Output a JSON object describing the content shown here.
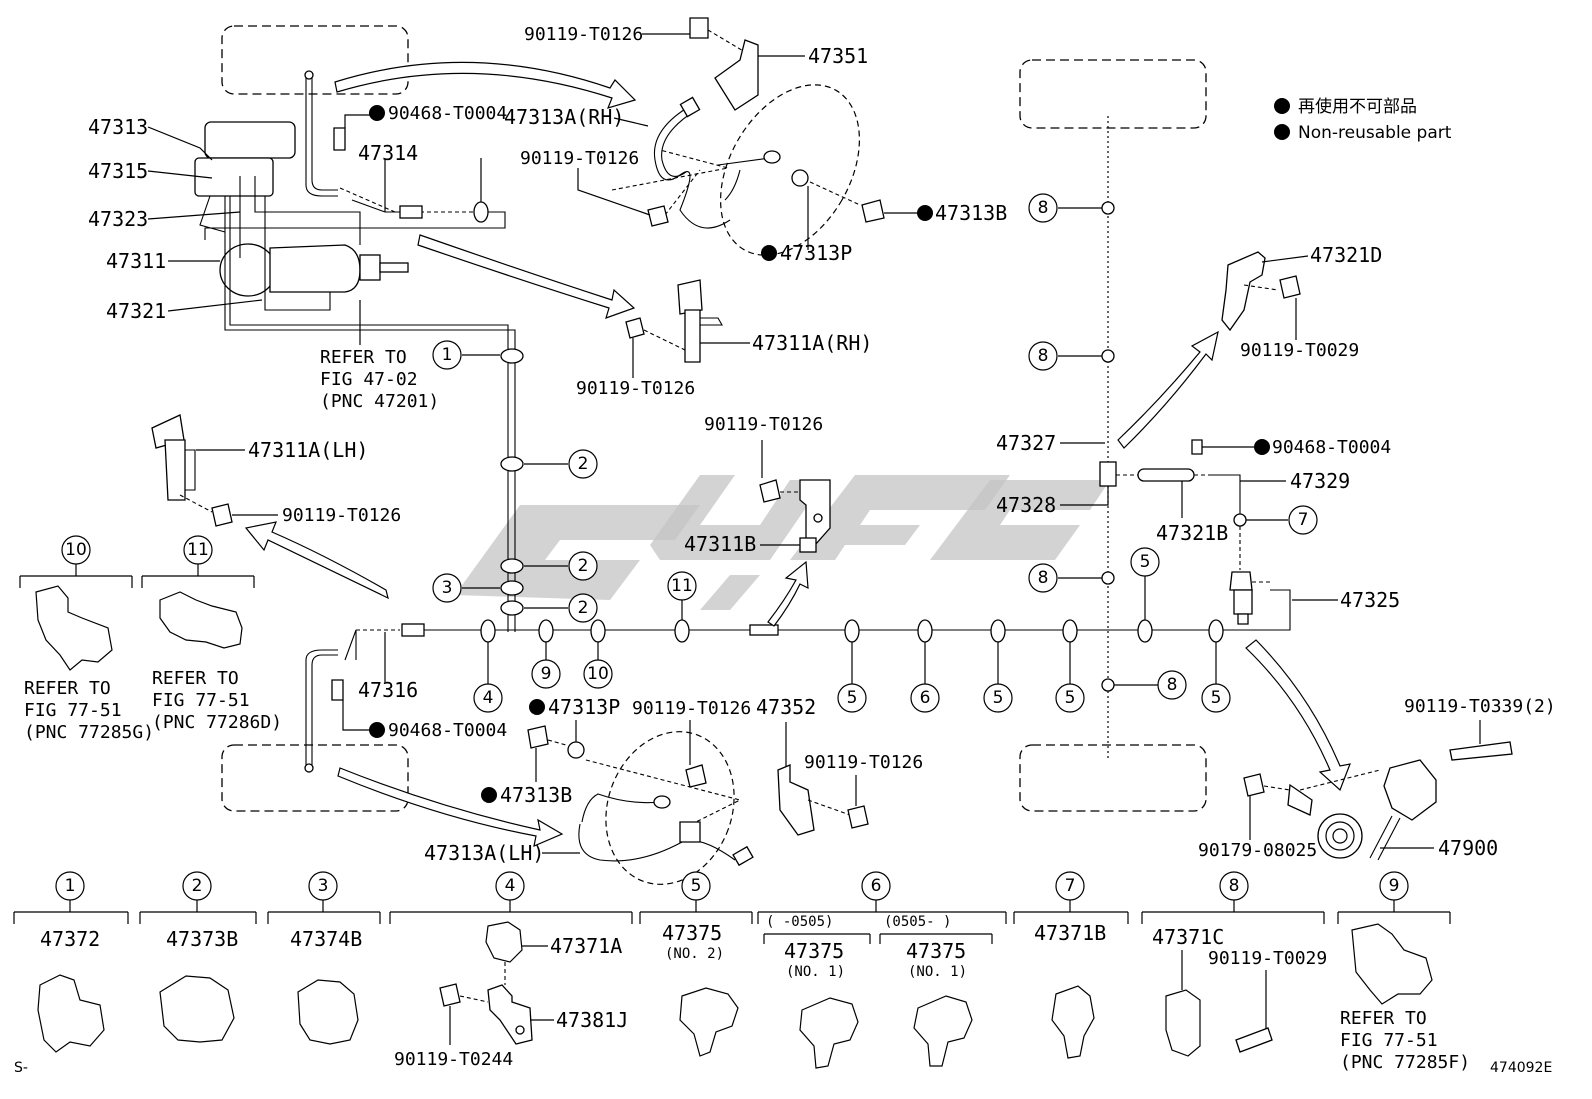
{
  "legend": {
    "jp": "再使用不可部品",
    "en": "Non-reusable part"
  },
  "parts": {
    "p47313": "47313",
    "p47315": "47315",
    "p47323": "47323",
    "p47311": "47311",
    "p47321": "47321",
    "p47314": "47314",
    "p90468_top": "90468-T0004",
    "p90119_t0126_top": "90119-T0126",
    "p47351": "47351",
    "p47313A_RH": "47313A(RH)",
    "p90119_t0126_rh_bracket": "90119-T0126",
    "p47313B_top": "47313B",
    "p47313P_top": "47313P",
    "p47311A_RH": "47311A(RH)",
    "p90119_t0126_rh_valve": "90119-T0126",
    "refer_47_02_l1": "REFER TO",
    "refer_47_02_l2": "FIG 47-02",
    "refer_47_02_l3": "(PNC 47201)",
    "p47311A_LH": "47311A(LH)",
    "p90119_t0126_lh_valve": "90119-T0126",
    "p47311B": "47311B",
    "p90119_t0126_mid": "90119-T0126",
    "refer_77285G_l1": "REFER TO",
    "refer_77285G_l2": "FIG 77-51",
    "refer_77285G_l3": "(PNC 77285G)",
    "refer_77286D_l1": "REFER TO",
    "refer_77286D_l2": "FIG 77-51",
    "refer_77286D_l3": "(PNC 77286D)",
    "p47316": "47316",
    "p90468_bot": "90468-T0004",
    "p47313P_bot": "47313P",
    "p47313B_bot": "47313B",
    "p90119_t0126_bot": "90119-T0126",
    "p47352": "47352",
    "p90119_t0126_bot_bracket": "90119-T0126",
    "p47313A_LH": "47313A(LH)",
    "p47321D": "47321D",
    "p90119_t0029_top": "90119-T0029",
    "p47327": "47327",
    "p90468_right": "90468-T0004",
    "p47328": "47328",
    "p47329": "47329",
    "p47321B": "47321B",
    "p47325": "47325",
    "p90119_t0339": "90119-T0339(2)",
    "p90179": "90179-08025",
    "p47900": "47900",
    "corner_left": "S-",
    "corner_right": "474092E"
  },
  "callouts": {
    "c1": "1",
    "c2": "2",
    "c3": "3",
    "c4": "4",
    "c5": "5",
    "c6": "6",
    "c7": "7",
    "c8": "8",
    "c9": "9",
    "c10": "10",
    "c11": "11"
  },
  "detail_panels": [
    {
      "num": "1",
      "part": "47372"
    },
    {
      "num": "2",
      "part": "47373B"
    },
    {
      "num": "3",
      "part": "47374B"
    },
    {
      "num": "4",
      "part_a": "47371A",
      "part_b": "47381J",
      "bolt": "90119-T0244"
    },
    {
      "num": "5",
      "part": "47375",
      "note": "(NO. 2)"
    },
    {
      "num": "6",
      "range_a": "(  -0505)",
      "range_b": "(0505-     )",
      "part_a": "47375",
      "note_a": "(NO. 1)",
      "part_b": "47375",
      "note_b": "(NO. 1)"
    },
    {
      "num": "7",
      "part": "47371B"
    },
    {
      "num": "8",
      "part": "47371C",
      "bolt": "90119-T0029"
    },
    {
      "num": "9",
      "ref_l1": "REFER TO",
      "ref_l2": "FIG 77-51",
      "ref_l3": "(PNC 77285F)"
    }
  ]
}
